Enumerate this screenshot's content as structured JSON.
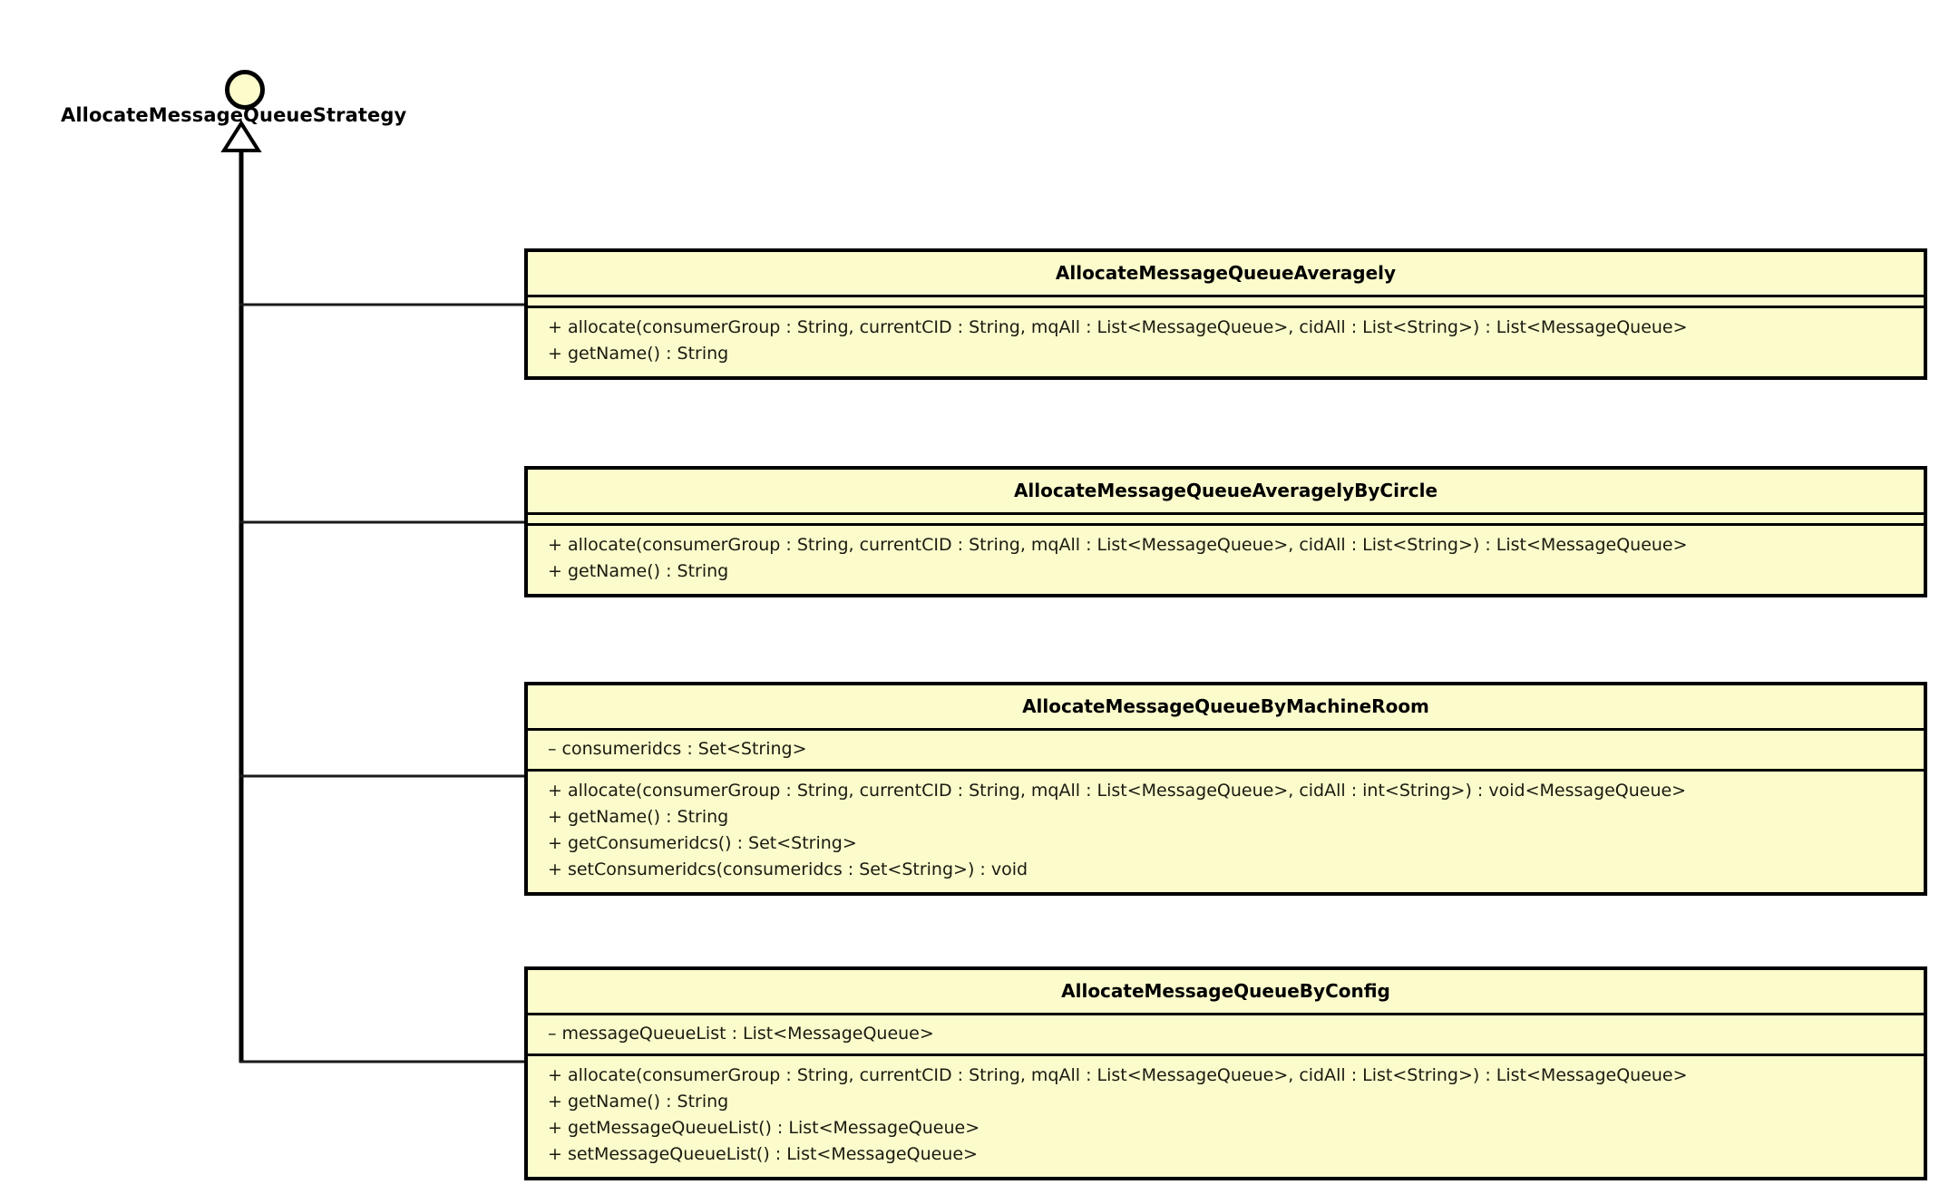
{
  "diagram": {
    "type": "uml-class-diagram",
    "background_color": "#ffffff",
    "class_fill_color": "#fbfbcc",
    "line_color": "#000000",
    "text_color": "#000000"
  },
  "interface": {
    "name": "AllocateMessageQueueStrategy",
    "notation": "lollipop-circle",
    "relationship": "generalization"
  },
  "classes": [
    {
      "name": "AllocateMessageQueueAveragely",
      "attributes": [],
      "methods": [
        "+ allocate(consumerGroup : String, currentCID : String, mqAll : List<MessageQueue>, cidAll : List<String>) : List<MessageQueue>",
        "+ getName() : String"
      ]
    },
    {
      "name": "AllocateMessageQueueAveragelyByCircle",
      "attributes": [],
      "methods": [
        "+ allocate(consumerGroup : String, currentCID : String, mqAll : List<MessageQueue>, cidAll : List<String>) : List<MessageQueue>",
        "+ getName() : String"
      ]
    },
    {
      "name": "AllocateMessageQueueByMachineRoom",
      "attributes": [
        "– consumeridcs : Set<String>"
      ],
      "methods": [
        "+ allocate(consumerGroup : String, currentCID : String, mqAll : List<MessageQueue>, cidAll : int<String>) : void<MessageQueue>",
        "+ getName() : String",
        "+ getConsumeridcs() : Set<String>",
        "+ setConsumeridcs(consumeridcs : Set<String>) : void"
      ]
    },
    {
      "name": "AllocateMessageQueueByConfig",
      "attributes": [
        "– messageQueueList : List<MessageQueue>"
      ],
      "methods": [
        "+ allocate(consumerGroup : String, currentCID : String, mqAll : List<MessageQueue>, cidAll : List<String>) : List<MessageQueue>",
        "+ getName() : String",
        "+ getMessageQueueList() : List<MessageQueue>",
        "+ setMessageQueueList() : List<MessageQueue>"
      ]
    }
  ]
}
